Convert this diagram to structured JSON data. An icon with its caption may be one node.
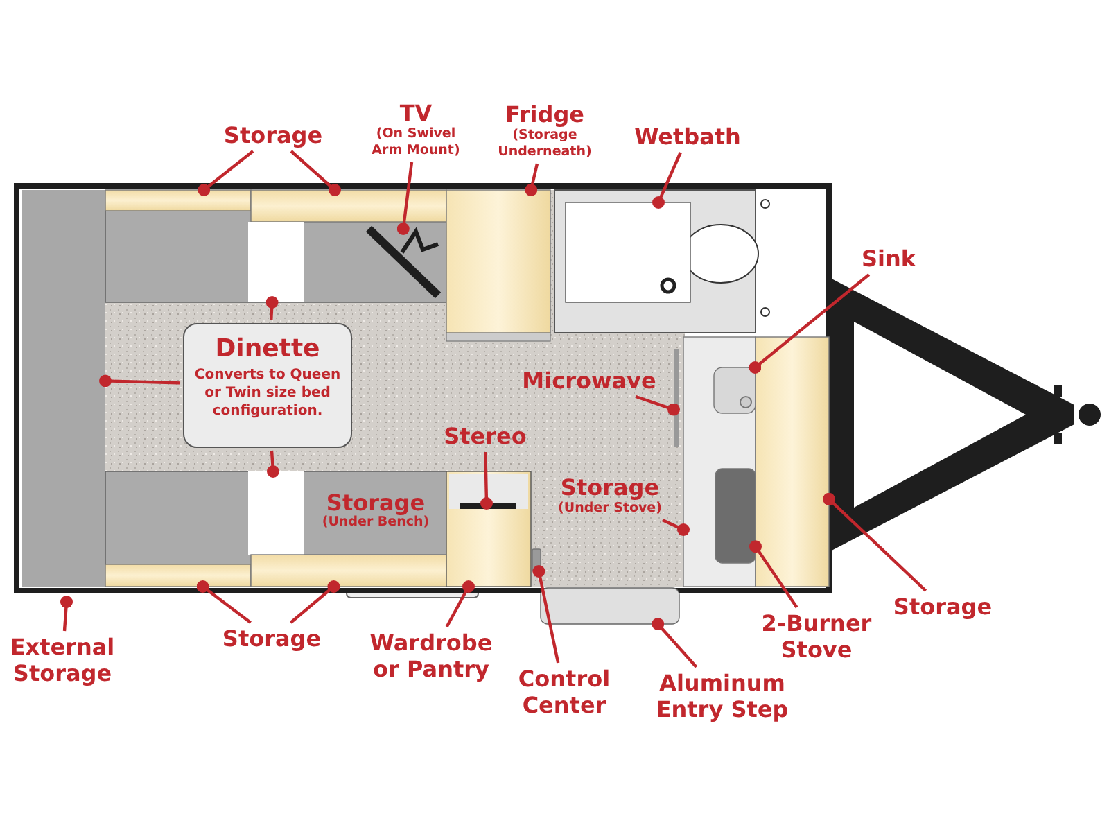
{
  "diagram": {
    "nodes": [
      {
        "text": [
          "Storage"
        ]
      },
      {
        "text": [
          "TV",
          "(On Swivel Arm Mount)"
        ]
      },
      {
        "text": [
          "Fridge",
          "(Storage Underneath)"
        ]
      },
      {
        "text": [
          "Wetbath"
        ]
      },
      {
        "text": [
          "Sink"
        ]
      },
      {
        "text": [
          "Dinette",
          "Converts to Queen or Twin size bed configuration."
        ]
      },
      {
        "text": [
          "Microwave"
        ]
      },
      {
        "text": [
          "Stereo"
        ]
      },
      {
        "text": [
          "Storage",
          "(Under Stove)"
        ]
      },
      {
        "text": [
          "External Storage"
        ]
      },
      {
        "text": [
          "Storage"
        ]
      },
      {
        "text": [
          "Wardrobe or Pantry"
        ]
      },
      {
        "text": [
          "Control Center"
        ]
      },
      {
        "text": [
          "Aluminum Entry Step"
        ]
      },
      {
        "text": [
          "2-Burner Stove"
        ]
      },
      {
        "text": [
          "Storage"
        ]
      },
      {
        "text": [],
        "shape": "box"
      },
      {
        "text": [],
        "shape": "box"
      },
      {
        "text": [],
        "shape": "picture"
      },
      {
        "text": [],
        "shape": "box"
      },
      {
        "text": [],
        "shape": "box"
      },
      {
        "text": [],
        "shape": "box"
      },
      {
        "text": [],
        "shape": "box"
      },
      {
        "text": [],
        "shape": "box"
      },
      {
        "text": [],
        "shape": "box",
        "in": 23
      },
      {
        "text": [],
        "shape": "bar"
      },
      {
        "text": [],
        "shape": "bar",
        "in": 32
      },
      {
        "text": [],
        "shape": "box"
      },
      {
        "text": [],
        "shape": "box",
        "in": 23
      },
      {
        "text": [],
        "shape": "box"
      },
      {
        "text": [],
        "shape": "box"
      },
      {
        "text": [],
        "shape": "box"
      },
      {
        "text": [],
        "shape": "box"
      },
      {
        "text": [],
        "shape": "box"
      },
      {
        "text": [],
        "shape": "box"
      }
    ],
    "edges": [
      {
        "from": 0,
        "to": 16,
        "arrow": "other"
      },
      {
        "from": 0,
        "to": 17,
        "arrow": "other"
      },
      {
        "from": 1,
        "to": 18,
        "arrow": "other"
      },
      {
        "from": 2,
        "to": 19,
        "arrow": "other"
      },
      {
        "from": 3,
        "to": 20,
        "arrow": "other"
      },
      {
        "from": 4,
        "to": 24,
        "arrow": "other"
      },
      {
        "from": 5,
        "to": 22,
        "arrow": "other"
      },
      {
        "from": 5,
        "to": 27,
        "arrow": "other"
      },
      {
        "from": 5,
        "to": 21,
        "arrow": "other"
      },
      {
        "from": 6,
        "to": 25,
        "arrow": "other"
      },
      {
        "from": 7,
        "to": 26,
        "arrow": "other"
      },
      {
        "from": 8,
        "to": 23,
        "arrow": "other"
      },
      {
        "from": 9,
        "to": null,
        "arrow": "other"
      },
      {
        "from": 10,
        "to": 30,
        "arrow": "other"
      },
      {
        "from": 10,
        "to": 31,
        "arrow": "other"
      },
      {
        "from": 11,
        "to": 32,
        "arrow": "other"
      },
      {
        "from": 12,
        "to": 33,
        "arrow": "other"
      },
      {
        "from": 13,
        "to": 34,
        "arrow": "other"
      },
      {
        "from": 14,
        "to": 28,
        "arrow": "other"
      },
      {
        "from": 15,
        "to": 29,
        "arrow": "other"
      }
    ],
    "labels": [
      "Storage",
      "(Under Bench)"
    ]
  }
}
